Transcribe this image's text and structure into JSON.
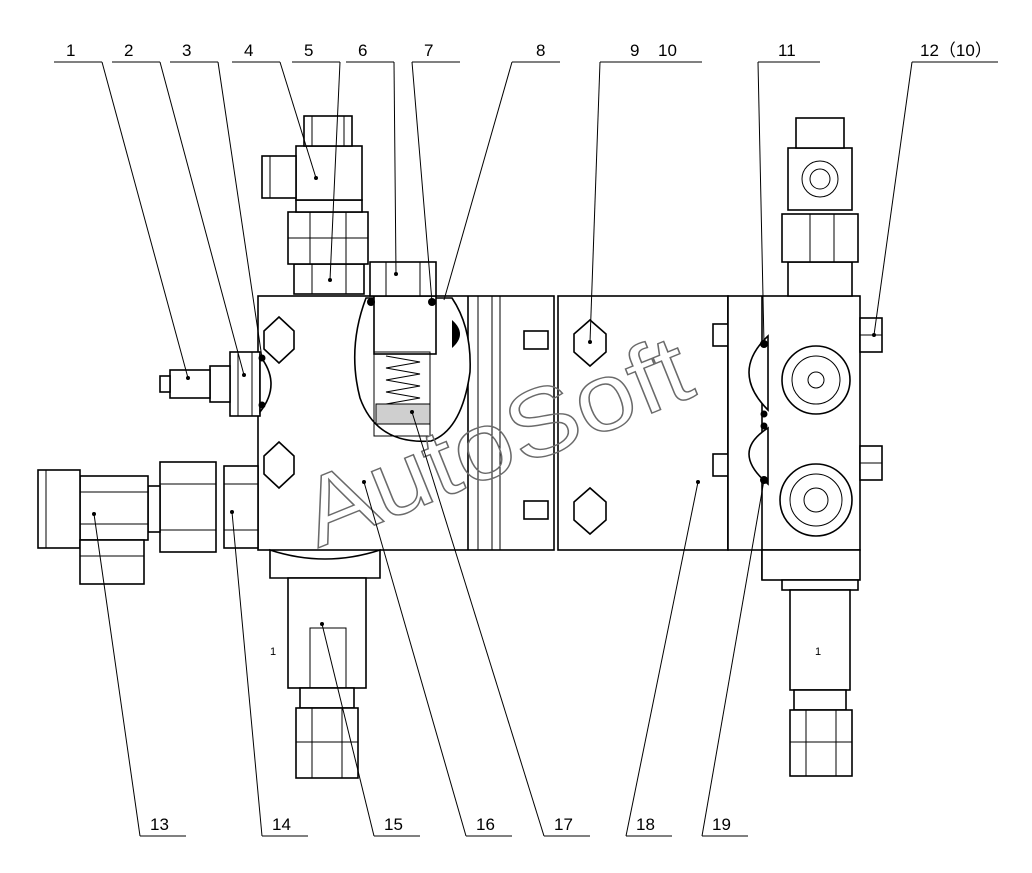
{
  "diagram": {
    "top_labels": [
      "1",
      "2",
      "3",
      "4",
      "5",
      "6",
      "7",
      "8",
      "9",
      "10",
      "11",
      "12（10）"
    ],
    "bottom_labels": [
      "13",
      "14",
      "15",
      "16",
      "17",
      "18",
      "19"
    ],
    "watermark": "AutoSoft",
    "small_marks": [
      "1",
      "1"
    ]
  }
}
